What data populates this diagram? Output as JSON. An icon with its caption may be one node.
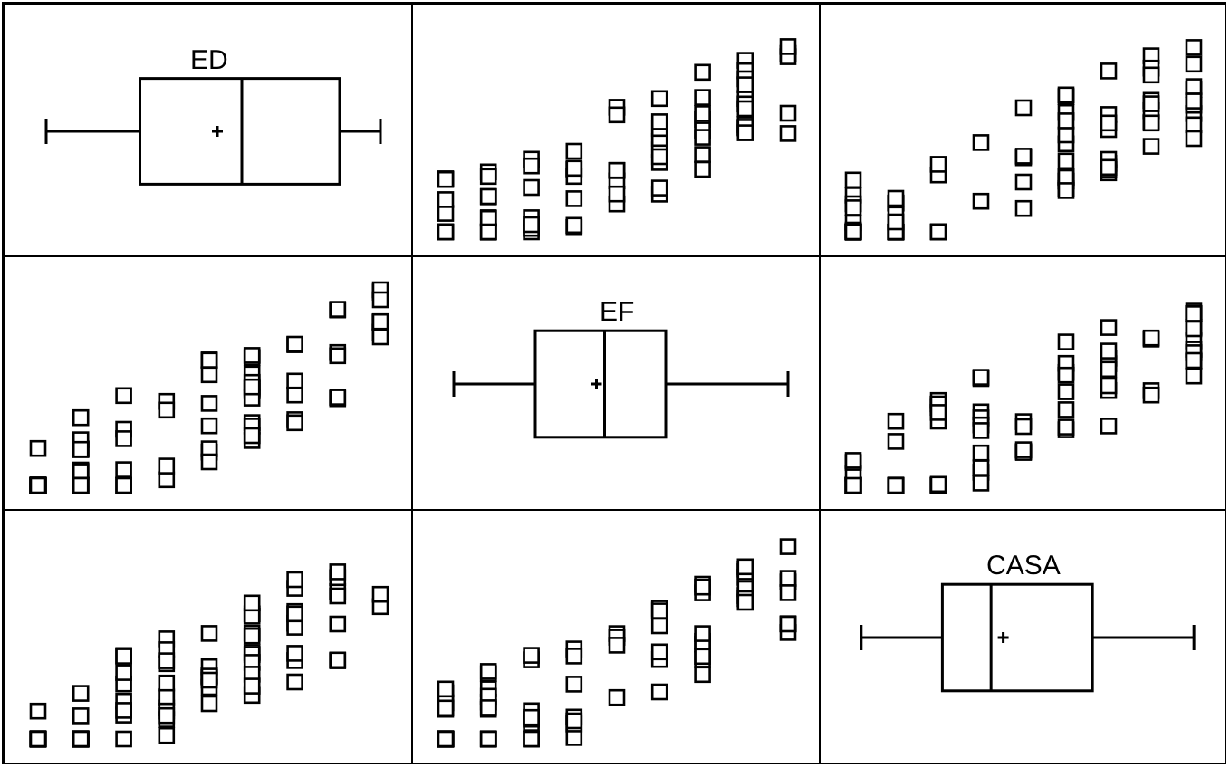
{
  "diagram": {
    "labels": [
      "ED",
      "EF",
      "CASA"
    ]
  }
}
